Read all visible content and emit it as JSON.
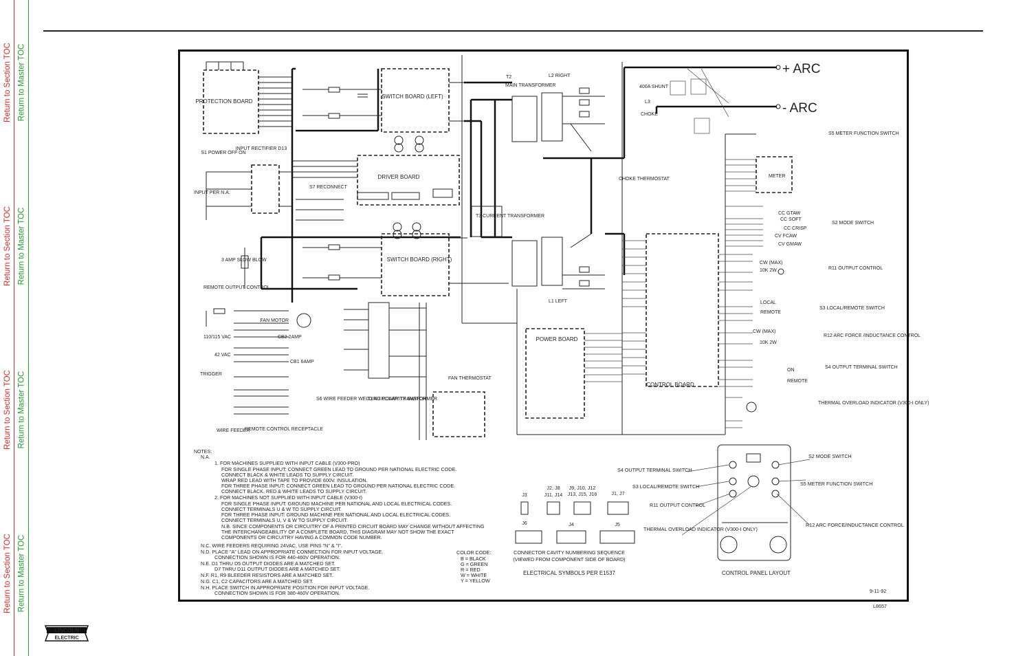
{
  "nav": [
    {
      "section": "Return to Section TOC",
      "master": "Return to Master TOC"
    },
    {
      "section": "Return to Section TOC",
      "master": "Return to Master TOC"
    },
    {
      "section": "Return to Section TOC",
      "master": "Return to Master TOC"
    },
    {
      "section": "Return to Section TOC",
      "master": "Return to Master TOC"
    }
  ],
  "colors": {
    "nav_red": "#d42a2a",
    "nav_green": "#1f9a2a",
    "ink": "#111111"
  },
  "terminals": {
    "pos": "+ ARC",
    "neg": "- ARC"
  },
  "boards": {
    "protection": "PROTECTION BOARD",
    "switch_left": "SWITCH BOARD (LEFT)",
    "driver": "DRIVER BOARD",
    "switch_right": "SWITCH BOARD (RIGHT)",
    "power": "POWER BOARD",
    "control": "CONTROL BOARD"
  },
  "components": {
    "main_transformer": "MAIN TRANSFORMER",
    "t2": "T2",
    "l2_right": "L2 RIGHT",
    "l1_left": "L1 LEFT",
    "shunt": "400A SHUNT",
    "choke": "CHOKE",
    "l3": "L3",
    "choke_thermostat": "CHOKE THERMOSTAT",
    "current_transformer": "T3 CURRENT TRANSFORMER",
    "aux_transformer": "T1 AUXILIARY TRANSFORMER",
    "fan_motor": "FAN MOTOR",
    "fan_thermostat": "FAN THERMOSTAT",
    "input_rectifier": "INPUT RECTIFIER D13",
    "power_switch": "S1 POWER OFF ON",
    "reconnect": "S7 RECONNECT",
    "fuse": "3 AMP SLOW BLOW",
    "remote_output": "REMOTE OUTPUT CONTROL",
    "polarity_switch": "S6 WIRE FEEDER WELDING POLARITY SWITCH",
    "wire_feeder": "WIRE FEEDER",
    "remote_receptacle": "REMOTE CONTROL RECEPTACLE",
    "trigger": "TRIGGER",
    "vac_115": "110/115 VAC",
    "vac_42": "42 VAC",
    "input_per": "INPUT PER N.A.",
    "cb2": "CB2 2AMP",
    "cb1": "CB1 6AMP"
  },
  "switches": {
    "s5": "S5 METER FUNCTION SWITCH",
    "s2": "S2 MODE SWITCH",
    "r11": "R11 OUTPUT CONTROL",
    "s3": "S3 LOCAL/REMOTE SWITCH",
    "r12": "R12 ARC FORCE /INDUCTANCE CONTROL",
    "s4": "S4 OUTPUT TERMINAL SWITCH",
    "thermal": "THERMAL OVERLOAD INDICATOR (V300-I ONLY)",
    "meter": "METER",
    "modes": [
      "CC GTAW",
      "CC SOFT",
      "CC CRISP",
      "CV FCAW",
      "CV GMAW"
    ],
    "local": "LOCAL",
    "remote": "REMOTE",
    "on": "ON",
    "cw_max": "CW (MAX)",
    "pot": "10K 2W"
  },
  "notes": {
    "header": "NOTES:",
    "na": "N.A.",
    "lines": [
      "1. FOR MACHINES SUPPLIED WITH INPUT CABLE (V300-PRO)",
      "FOR SINGLE PHASE INPUT: CONNECT GREEN LEAD TO GROUND PER NATIONAL ELECTRIC CODE.",
      "CONNECT BLACK & WHITE LEADS TO SUPPLY CIRCUIT.",
      "WRAP RED LEAD WITH TAPE TO PROVIDE 600V. INSULATION.",
      "FOR THREE PHASE INPUT: CONNECT GREEN LEAD TO GROUND PER NATIONAL ELECTRIC CODE.",
      "CONNECT BLACK, RED & WHITE LEADS TO SUPPLY CIRCUIT.",
      "2. FOR MACHINES NOT SUPPLIED WITH INPUT CABLE (V300-I)",
      "FOR SINGLE PHASE INPUT: GROUND MACHINE PER NATIONAL AND LOCAL ELECTRICAL CODES.",
      "CONNECT TERMINALS U & W TO SUPPLY CIRCUIT.",
      "FOR THREE PHASE INPUT: GROUND MACHINE PER NATIONAL AND LOCAL ELECTRICAL CODES.",
      "CONNECT TERMINALS U, V & W TO SUPPLY CIRCUIT.",
      "N.B. SINCE COMPONENTS OR CIRCUITRY OF A PRINTED CIRCUIT BOARD MAY CHANGE WITHOUT AFFECTING",
      "THE INTERCHANGEABILITY OF A COMPLETE BOARD, THIS DIAGRAM MAY NOT SHOW THE EXACT",
      "COMPONENTS OR CIRCUITRY HAVING A COMMON CODE NUMBER."
    ],
    "lines2": [
      "N.C. WIRE FEEDERS REQUIRING 24VAC, USE PINS \"N\" & \"I\".",
      "N.D. PLACE \"A\" LEAD ON APPROPRIATE CONNECTION FOR INPUT VOLTAGE.",
      "CONNECTION SHOWN IS FOR 440-460V OPERATION.",
      "N.E. D1 THRU D5 OUTPUT DIODES ARE A MATCHED SET.",
      "D7 THRU D11 OUTPUT DIODES ARE A MATCHED SET.",
      "N.F. R1, R9 BLEEDER RESISTORS ARE A MATCHED SET.",
      "N.G. C1, C2 CAPACITORS ARE A MATCHED SET.",
      "N.H. PLACE SWITCH IN APPROPRIATE POSITION FOR INPUT VOLTAGE.",
      "CONNECTION SHOWN IS FOR 380-460V OPERATION."
    ]
  },
  "color_code": {
    "title": "COLOR CODE:",
    "items": [
      "B = BLACK",
      "G = GREEN",
      "R = RED",
      "W = WHITE",
      "Y = YELLOW"
    ]
  },
  "connectors": {
    "caption1": "CONNECTOR CAVITY NUMBERING SEQUENCE",
    "caption2": "(VIEWED FROM COMPONENT SIDE OF BOARD)",
    "groups": [
      "J3",
      "J2, J8",
      "J9, J10, J12",
      "J1, J7",
      "J11, J14",
      "J13, J15, J16",
      "J6",
      "J4",
      "J5"
    ]
  },
  "symbols": "ELECTRICAL SYMBOLS PER E1537",
  "control_panel": {
    "title": "CONTROL PANEL LAYOUT",
    "callouts": [
      "S4 OUTPUT TERMINAL SWITCH",
      "S3 LOCAL/REMOTE SWITCH",
      "R11 OUTPUT CONTROL",
      "THERMAL OVERLOAD INDICATOR (V300-I ONLY)",
      "S2 MODE SWITCH",
      "S5 METER FUNCTION SWITCH",
      "R12 ARC FORCE/INDUCTANCE CONTROL"
    ]
  },
  "date": "9-11-92",
  "drawing_no": "L8657",
  "logo": {
    "line1": "LINCOLN",
    "line2": "ELECTRIC"
  }
}
